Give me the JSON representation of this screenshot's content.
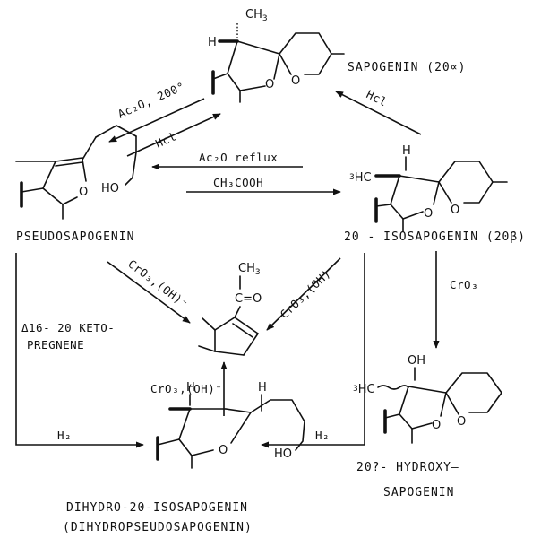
{
  "compounds": {
    "sapogenin": "SAPOGENIN (20∝)",
    "pseudosapogenin": "PSEUDOSAPOGENIN",
    "isosapogenin": "20 - ISOSAPOGENIN (20β)",
    "pregnene_a": "Δ16- 20 KETO-",
    "pregnene_b": "PREGNENE",
    "hydroxy_a": "20?- HYDROXY—",
    "hydroxy_b": "SAPOGENIN",
    "dihydro_a": "DIHYDRO-20-ISOSAPOGENIN",
    "dihydro_b": "(DIHYDROPSEUDOSAPOGENIN)"
  },
  "reagents": {
    "ac2o_200": "Ac₂O, 200°",
    "hcl_left": "Hcl",
    "hcl_right": "Hcl",
    "ac2o_reflux": "Ac₂O reflux",
    "ch3cooh": "CH₃COOH",
    "cro3_oh_left": "CrO₃,(OH)⁻",
    "cro3_oh_right": "CrO₃,(OH)⁻",
    "cro3_oh_up": "CrO₃,(OH)⁻",
    "cro3": "CrO₃",
    "h2_left": "H₂",
    "h2_right": "H₂"
  },
  "atoms": {
    "ch3": "CH",
    "ch3_sub": "3",
    "h": "H",
    "o": "O",
    "ho": "HO",
    "h3c_pre": "3",
    "h3c": "HC",
    "c_eq_o": "C=O",
    "oh": "OH"
  }
}
